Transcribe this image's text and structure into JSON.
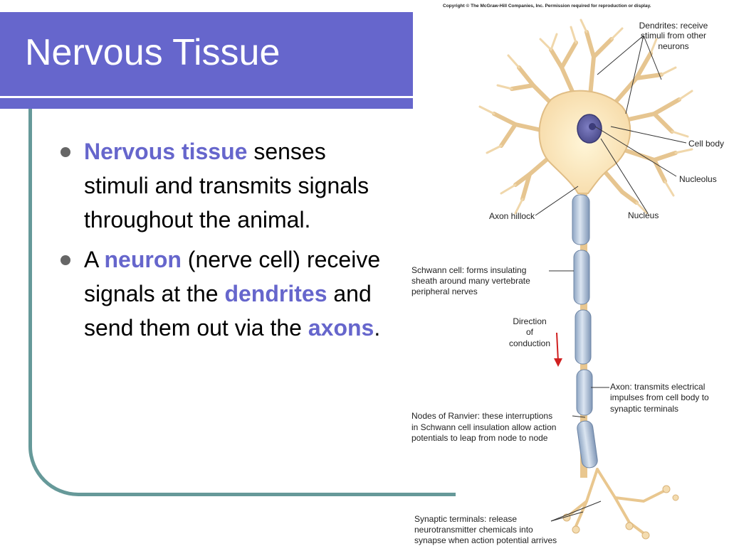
{
  "slide": {
    "title": "Nervous Tissue",
    "colors": {
      "title_bg": "#6666cc",
      "highlight": "#6666cc",
      "frame": "#669999",
      "bullet": "#666666"
    }
  },
  "bullets": [
    {
      "term": "Nervous tissue",
      "text": " senses stimuli and transmits signals throughout the animal."
    },
    {
      "prefix": "A ",
      "term": "neuron",
      "mid": " (nerve cell) receive signals at the ",
      "term2": "dendrites",
      "mid2": " and send them out via the ",
      "term3": "axons",
      "suffix": "."
    }
  ],
  "diagram": {
    "copyright": "Copyright © The McGraw-Hill Companies, Inc. Permission required for reproduction or display.",
    "labels": {
      "dendrites": [
        "Dendrites: receive",
        "stimuli from other",
        "neurons"
      ],
      "cell_body": "Cell body",
      "nucleolus": "Nucleolus",
      "nucleus": "Nucleus",
      "axon_hillock": "Axon hillock",
      "schwann": [
        "Schwann cell: forms insulating",
        "sheath around many vertebrate",
        "peripheral nerves"
      ],
      "direction": [
        "Direction",
        "of",
        "conduction"
      ],
      "axon": [
        "Axon: transmits electrical",
        "impulses from cell body to",
        "synaptic terminals"
      ],
      "ranvier": [
        "Nodes of Ranvier: these interruptions",
        "in Schwann cell insulation allow action",
        "potentials to leap from node to node"
      ],
      "synaptic": [
        "Synaptic terminals: release",
        "neurotransmitter chemicals into",
        "synapse when action potential arrives"
      ]
    }
  }
}
